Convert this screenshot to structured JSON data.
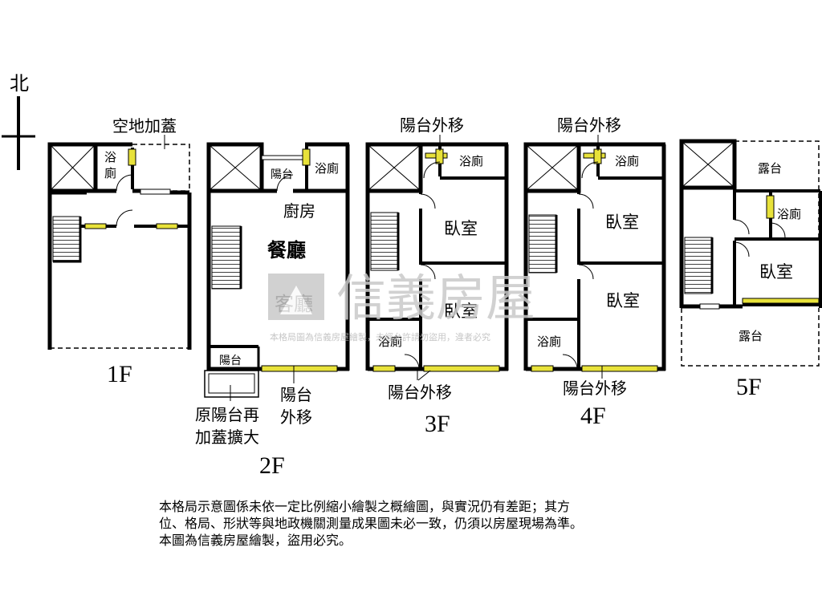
{
  "compass": {
    "north": "北"
  },
  "floors": {
    "f1": {
      "name": "1F",
      "note": "空地加蓋",
      "bath": "浴\n廁"
    },
    "f2": {
      "name": "2F",
      "balcony_top": "陽台",
      "bath": "浴廁",
      "kitchen": "廚房",
      "dining": "餐廳",
      "living": "客廳",
      "balcony_small": "陽台",
      "note1": "原陽台再\n加蓋擴大",
      "note2": "陽台\n外移"
    },
    "f3": {
      "name": "3F",
      "note_top": "陽台外移",
      "bath_top": "浴廁",
      "bedroom1": "臥室",
      "bedroom2": "臥室",
      "bath_bottom": "浴廁",
      "note_bottom": "陽台外移"
    },
    "f4": {
      "name": "4F",
      "note_top": "陽台外移",
      "bath_top": "浴廁",
      "bedroom1": "臥室",
      "bedroom2": "臥室",
      "bath_bottom": "浴廁",
      "note_bottom": "陽台外移"
    },
    "f5": {
      "name": "5F",
      "terrace_top": "露台",
      "bath": "浴廁",
      "bedroom": "臥室",
      "terrace_bottom": "露台"
    }
  },
  "watermark": {
    "brand": "信義房屋",
    "small": "本格局圖為信義房屋繪製，未經允許請勿盜用，違者必究"
  },
  "disclaimer": [
    "本格局示意圖係未依一定比例縮小繪製之概繪圖，與實況仍有差距；其方",
    "位、格局、形狀等與地政機關測量成果圖未必一致，仍須以房屋現場為準。",
    "本圖為信義房屋繪製，盜用必究。"
  ],
  "colors": {
    "wall": "#000000",
    "window": "#e8e23a",
    "watermark": "#c9c9c9"
  }
}
